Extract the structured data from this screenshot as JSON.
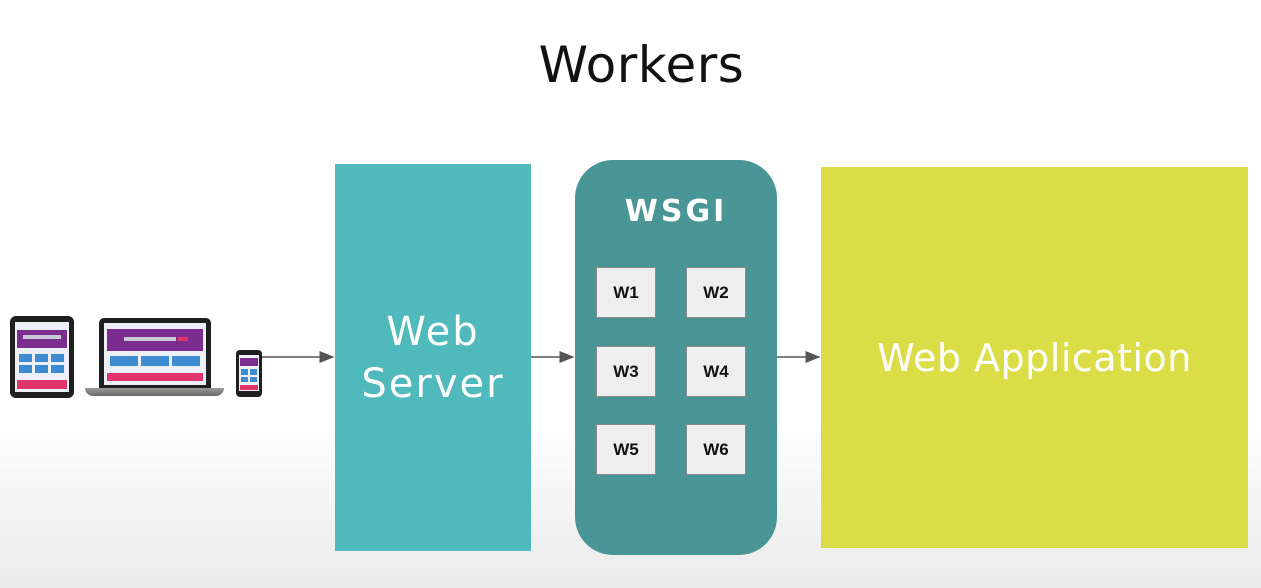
{
  "title": "Workers",
  "devices": [
    {
      "name": "tablet"
    },
    {
      "name": "laptop"
    },
    {
      "name": "phone"
    }
  ],
  "web_server": {
    "label": "Web\nServer",
    "color": "#50b9bc"
  },
  "wsgi": {
    "label": "WSGI",
    "color": "#4a9596",
    "workers": [
      "W1",
      "W2",
      "W3",
      "W4",
      "W5",
      "W6"
    ]
  },
  "web_application": {
    "label": "Web Application",
    "color": "#dbdd47"
  },
  "arrow_color": "#555555"
}
